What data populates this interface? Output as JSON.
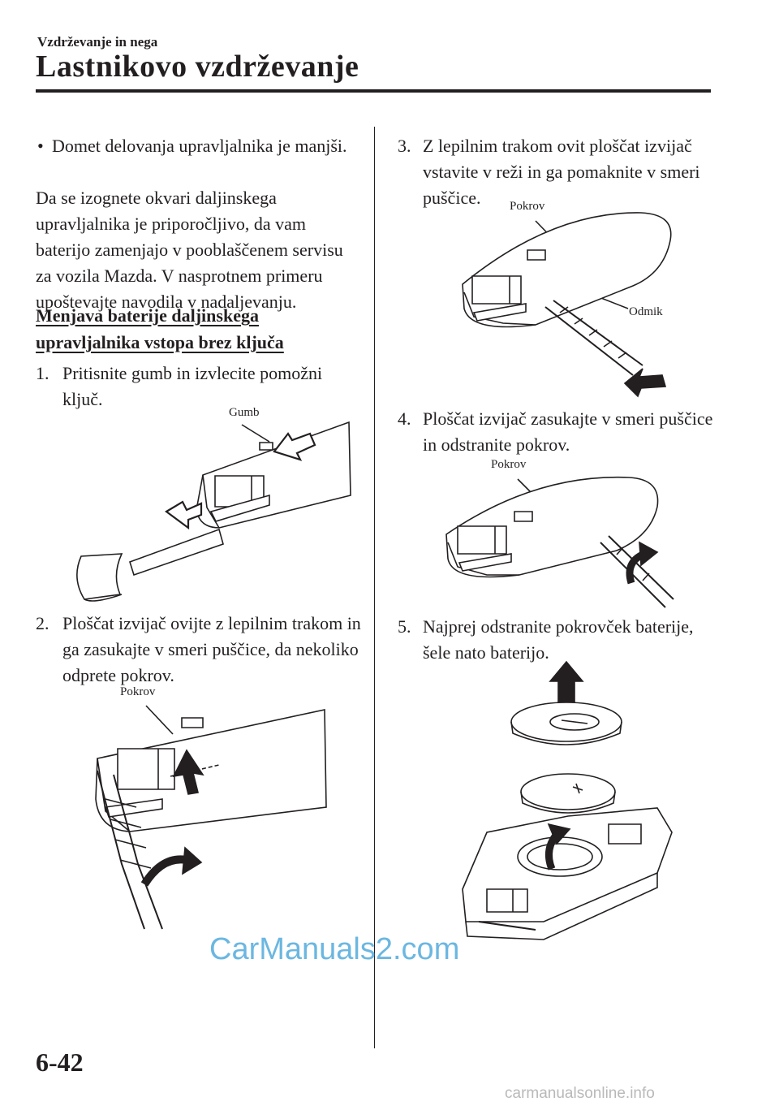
{
  "header": {
    "section": "Vzdrževanje in nega",
    "title": "Lastnikovo vzdrževanje"
  },
  "left": {
    "bullet": "Domet delovanja upravljalnika je manjši.",
    "paragraph": "Da se izognete okvari daljinskega upravljalnika je priporočljivo, da vam baterijo zamenjajo v pooblaščenem servisu za vozila Mazda. V nasprotnem primeru upoštevajte navodila v nadaljevanju.",
    "subheading_1": "Menjava baterije daljinskega",
    "subheading_2": "upravljalnika vstopa brez ključa",
    "step1_num": "1.",
    "step1": "Pritisnite gumb in izvlecite pomožni ključ.",
    "fig1_label": "Gumb",
    "step2_num": "2.",
    "step2": "Ploščat izvijač ovijte z lepilnim trakom in ga zasukajte v smeri puščice, da nekoliko odprete pokrov.",
    "fig2_label": "Pokrov"
  },
  "right": {
    "step3_num": "3.",
    "step3": "Z lepilnim trakom ovit ploščat izvijač vstavite v reži in ga pomaknite v smeri puščice.",
    "fig3_label_top": "Pokrov",
    "fig3_label_right": "Odmik",
    "step4_num": "4.",
    "step4": "Ploščat izvijač zasukajte v smeri puščice in odstranite pokrov.",
    "fig4_label": "Pokrov",
    "step5_num": "5.",
    "step5": "Najprej odstranite pokrovček baterije, šele nato baterijo."
  },
  "footer": {
    "page_number": "6-42"
  },
  "watermarks": {
    "center": "CarManuals2.com",
    "bottom": "carmanualsonline.info"
  }
}
